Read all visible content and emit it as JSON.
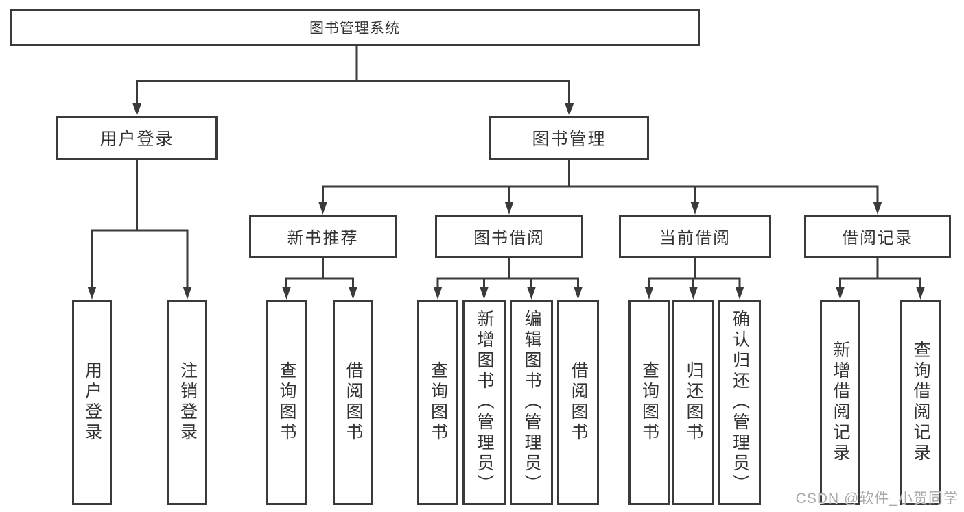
{
  "tree": {
    "label": "图书管理系统",
    "children": [
      {
        "label": "用户登录",
        "children": [
          {
            "label": "用户登录"
          },
          {
            "label": "注销登录"
          }
        ]
      },
      {
        "label": "图书管理",
        "children": [
          {
            "label": "新书推荐",
            "children": [
              {
                "label": "查询图书"
              },
              {
                "label": "借阅图书"
              }
            ]
          },
          {
            "label": "图书借阅",
            "children": [
              {
                "label": "查询图书"
              },
              {
                "label": "新增图书（管理员）"
              },
              {
                "label": "编辑图书（管理员）"
              },
              {
                "label": "借阅图书"
              }
            ]
          },
          {
            "label": "当前借阅",
            "children": [
              {
                "label": "查询图书"
              },
              {
                "label": "归还图书"
              },
              {
                "label": "确认归还（管理员）"
              }
            ]
          },
          {
            "label": "借阅记录",
            "children": [
              {
                "label": "新增借阅记录"
              },
              {
                "label": "查询借阅记录"
              }
            ]
          }
        ]
      }
    ]
  },
  "watermark": {
    "text": "CSDN @软件_小贺同学"
  },
  "style": {
    "line_color": "#3a3a3a",
    "text_color": "#333333",
    "watermark_color": "#a9a9a9",
    "background": "#ffffff"
  }
}
